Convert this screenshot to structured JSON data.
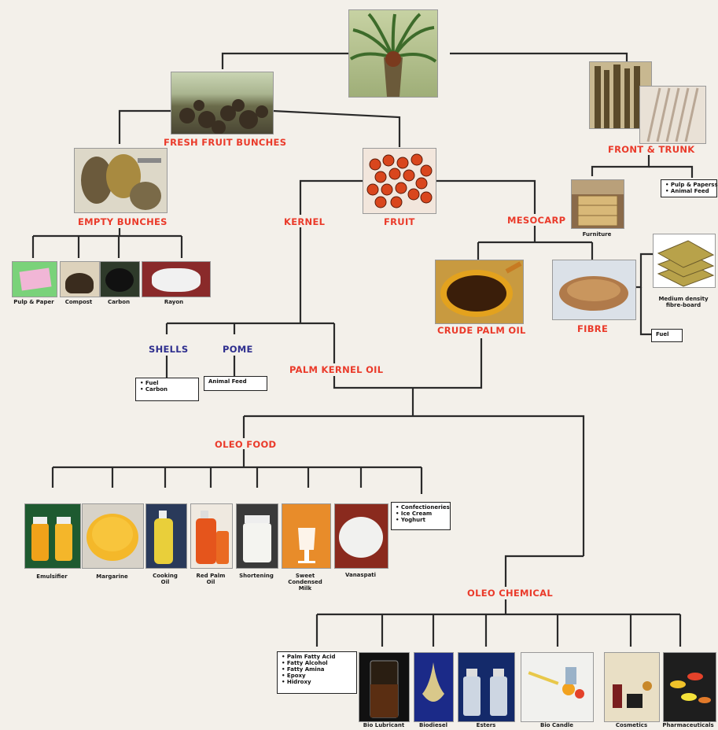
{
  "labels": {
    "fresh_fruit_bunches": "FRESH FRUIT BUNCHES",
    "front_trunk": "FRONT & TRUNK",
    "empty_bunches": "EMPTY BUNCHES",
    "kernel": "KERNEL",
    "fruit": "FRUIT",
    "mesocarp": "MESOCARP",
    "crude_palm_oil": "CRUDE PALM OIL",
    "fibre": "FIBRE",
    "shells": "SHELLS",
    "pome": "POME",
    "palm_kernel_oil": "PALM KERNEL OIL",
    "oleo_food": "OLEO FOOD",
    "oleo_chemical": "OLEO CHEMICAL"
  },
  "captions": {
    "furniture": "Furniture",
    "medium_density": "Medium density fibre-board",
    "pulp_paper": "Pulp & Paper",
    "compost": "Compost",
    "carbon": "Carbon",
    "rayon": "Rayon",
    "emulsifier": "Emulsifier",
    "margarine": "Margarine",
    "cooking_oil": "Cooking Oil",
    "red_palm_oil": "Red Palm Oil",
    "shortening": "Shortening",
    "sweet_condensed_milk": "Sweet Condensed Milk",
    "vanaspati": "Vanaspati",
    "bio_lubricant": "Bio Lubricant",
    "biodiesel": "Biodiesel",
    "esters": "Esters",
    "bio_candle": "Bio Candle",
    "cosmetics": "Cosmetics",
    "pharmaceuticals": "Pharmaceuticals"
  },
  "boxes": {
    "trunk_products": [
      "Pulp & Paperss",
      "Animal Feed"
    ],
    "fuel": "Fuel",
    "shells_products": [
      "Fuel",
      "Carbon"
    ],
    "animal_feed": "Animal Feed",
    "dairy": [
      "Confectioneries",
      "Ice Cream",
      "Yoghurt"
    ],
    "chemicals": [
      "Palm Fatty Acid",
      "Fatty Alcohol",
      "Fatty Amina",
      "Epoxy",
      "Hidroxy"
    ]
  },
  "colors": {
    "label_red": "#ea3a2a",
    "label_blue": "#2e2e8e",
    "background": "#f3f0ea"
  },
  "icons": {
    "palm_tree": "palm-tree-photo",
    "fresh_fruit_bunches": "fruit-bunches-photo",
    "trunk": "trunk-photo",
    "fruit": "palm-fruit-photo"
  }
}
